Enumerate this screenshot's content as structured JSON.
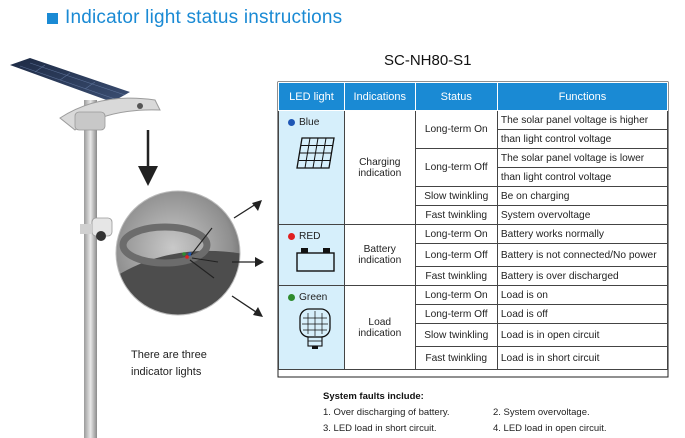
{
  "title": "Indicator light status instructions",
  "model": "SC-NH80-S1",
  "colors": {
    "accent": "#1a8ad4",
    "led_bg": "#d6effb",
    "blue": "#1f57b5",
    "red": "#e02020",
    "green": "#2e8b2e"
  },
  "table": {
    "headers": [
      "LED light",
      "Indications",
      "Status",
      "Functions"
    ],
    "blue": {
      "label": "Blue",
      "indication": "Charging indication",
      "rows": [
        {
          "status": "Long-term On",
          "functions": [
            "The solar panel voltage is higher",
            "than light control voltage"
          ]
        },
        {
          "status": "Long-term Off",
          "functions": [
            "The solar panel voltage is lower",
            "than light control voltage"
          ]
        },
        {
          "status": "Slow twinkling",
          "functions": [
            "Be on charging"
          ]
        },
        {
          "status": "Fast twinkling",
          "functions": [
            "System overvoltage"
          ]
        }
      ]
    },
    "red": {
      "label": "RED",
      "indication": "Battery indication",
      "rows": [
        {
          "status": "Long-term On",
          "function": "Battery works normally"
        },
        {
          "status": "Long-term Off",
          "function": "Battery is not connected/No power"
        },
        {
          "status": "Fast twinkling",
          "function": "Battery is over discharged"
        }
      ]
    },
    "green": {
      "label": "Green",
      "indication": "Load indication",
      "rows": [
        {
          "status": "Long-term On",
          "function": "Load is on"
        },
        {
          "status": "Long-term Off",
          "function": "Load is off"
        },
        {
          "status": "Slow twinkling",
          "function": "Load is in open circuit"
        },
        {
          "status": "Fast twinkling",
          "function": "Load is in short circuit"
        }
      ]
    }
  },
  "caption": [
    "There are three",
    "indicator lights"
  ],
  "faults": {
    "title": "System faults include:",
    "items": [
      "1. Over discharging of battery.",
      "2. System overvoltage.",
      "3. LED load in short circuit.",
      "4. LED load in open circuit."
    ]
  }
}
